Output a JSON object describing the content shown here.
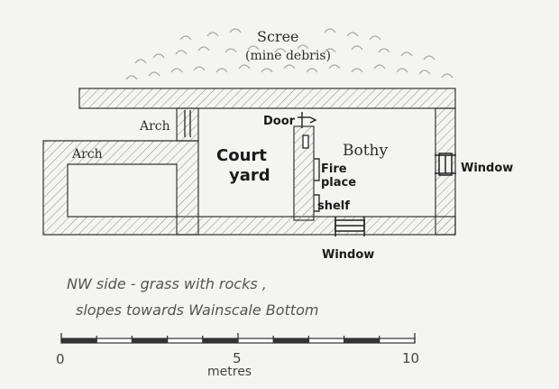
{
  "labels": {
    "scree": "Scree",
    "mine_debris": "(mine debris)",
    "arch_top": "Arch",
    "arch_left": "Arch",
    "door": "Door",
    "courtyard_line1": "Court",
    "courtyard_line2": "yard",
    "bothy": "Bothy",
    "fireplace_line1": "Fire",
    "fireplace_line2": "place",
    "shelf": "shelf",
    "window_right": "Window",
    "window_bottom": "Window"
  },
  "notes": {
    "line1": "NW side - grass with rocks ,",
    "line2": "slopes towards Wainscale Bottom"
  },
  "scale": {
    "min": 0,
    "max": 10,
    "tick_labels": [
      "0",
      "5",
      "10"
    ],
    "unit": "metres"
  },
  "colors": {
    "ink": "#333333",
    "hatch": "#8a8a8a",
    "paper": "#f4f4f2"
  }
}
